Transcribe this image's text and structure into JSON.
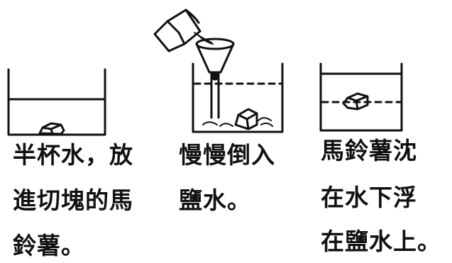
{
  "panels": [
    {
      "caption_lines": [
        "半杯水，放",
        "進切塊的馬",
        "鈴薯。"
      ]
    },
    {
      "caption_lines": [
        "慢慢倒入",
        "鹽水。"
      ]
    },
    {
      "caption_lines": [
        "馬鈴薯沈",
        "在水下浮",
        "在鹽水上。"
      ]
    }
  ],
  "colors": {
    "ink": "#111111",
    "background": "#ffffff"
  }
}
